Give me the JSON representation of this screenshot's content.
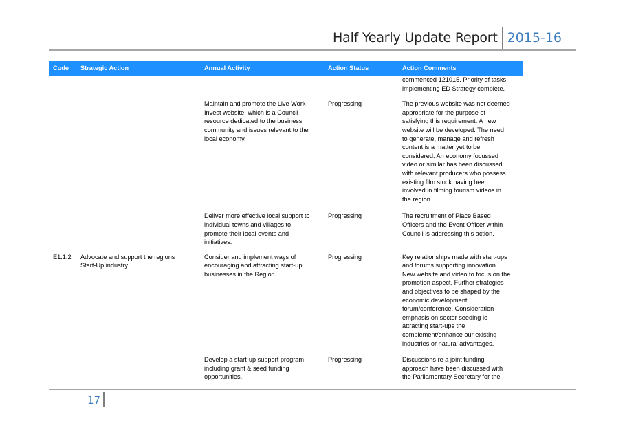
{
  "header": {
    "title": "Half Yearly Update Report",
    "year": "2015-16"
  },
  "table": {
    "headers": {
      "code": "Code",
      "strategic_action": "Strategic Action",
      "annual_activity": "Annual Activity",
      "action_status": "Action Status",
      "action_comments": "Action Comments"
    },
    "rows": [
      {
        "code": "",
        "strategic_action": "",
        "annual_activity": "",
        "action_status": "",
        "action_comments": "commenced 121015. Priority of tasks\nimplementing ED Strategy complete."
      },
      {
        "code": "",
        "strategic_action": "",
        "annual_activity": "Maintain and promote the Live Work\nInvest website, which is a Council\nresource dedicated to the business\ncommunity and issues relevant to the\nlocal economy.",
        "action_status": "Progressing",
        "action_comments": "The previous website was not deemed\nappropriate for the purpose of\nsatisfying this requirement.  A new\nwebsite will be developed.  The need\nto generate, manage and refresh\ncontent is a matter yet to be\nconsidered.  An economy focussed\nvideo or similar has been discussed\nwith relevant producers who possess\nexisting film stock having been\ninvolved in filming tourism videos in\nthe region."
      },
      {
        "code": "",
        "strategic_action": "",
        "annual_activity": "Deliver more effective local support to\nindividual towns and villages to\npromote their local events and\ninitiatives.",
        "action_status": "Progressing",
        "action_comments": "The recruitment of Place Based\nOfficers and the Event Officer within\nCouncil is addressing this action."
      },
      {
        "code": "E1.1.2",
        "strategic_action": "Advocate and support the regions\nStart-Up industry",
        "annual_activity": "Consider and implement ways of\nencouraging and attracting start-up\nbusinesses in the Region.",
        "action_status": "Progressing",
        "action_comments": "Key relationships made with start-ups\nand forums supporting innovation.\nNew website and video to focus on the\npromotion aspect.  Further strategies\nand objectives to be shaped by the\neconomic development\nforum/conference. Consideration\nemphasis on sector seeding ie\nattracting start-ups the\ncomplement/enhance our existing\nindustries or natural advantages."
      },
      {
        "code": "",
        "strategic_action": "",
        "annual_activity": "Develop a start-up support program\nincluding grant & seed funding\nopportunities.",
        "action_status": "Progressing",
        "action_comments": "Discussions re a joint funding\napproach have been discussed with\nthe Parliamentary Secretary for the"
      }
    ]
  },
  "footer": {
    "page_number": "17"
  },
  "colors": {
    "header_bar": "#1e90ff",
    "accent": "#3e7ec0",
    "rule": "#a6a6a6"
  }
}
